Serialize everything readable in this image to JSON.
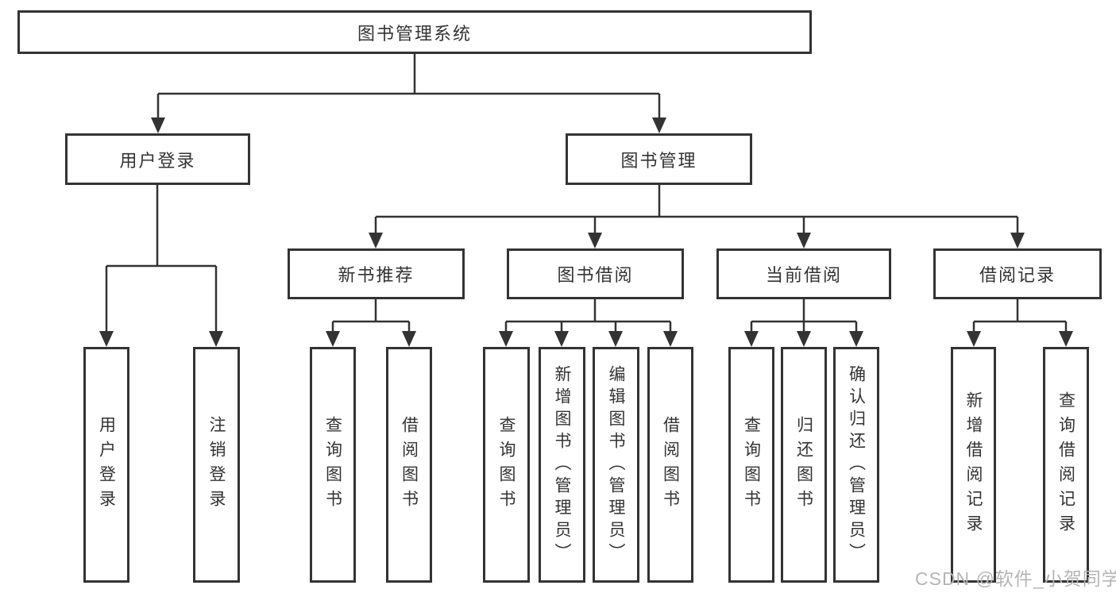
{
  "tree": {
    "root": "图书管理系统",
    "branches": [
      {
        "label": "用户登录",
        "children": [
          "用户登录",
          "注销登录"
        ]
      },
      {
        "label": "图书管理",
        "sections": [
          {
            "label": "新书推荐",
            "children": [
              "查询图书",
              "借阅图书"
            ]
          },
          {
            "label": "图书借阅",
            "children": [
              "查询图书",
              "新增图书（管理员）",
              "编辑图书（管理员）",
              "借阅图书"
            ]
          },
          {
            "label": "当前借阅",
            "children": [
              "查询图书",
              "归还图书",
              "确认归还（管理员）"
            ]
          },
          {
            "label": "借阅记录",
            "children": [
              "新增借阅记录",
              "查询借阅记录"
            ]
          }
        ]
      }
    ]
  },
  "watermark": {
    "text": "CSDN @软件_小贺同学"
  },
  "colors": {
    "line": "#333333",
    "text": "#333333",
    "watermark": "#b5b5b5",
    "background": "#ffffff"
  }
}
